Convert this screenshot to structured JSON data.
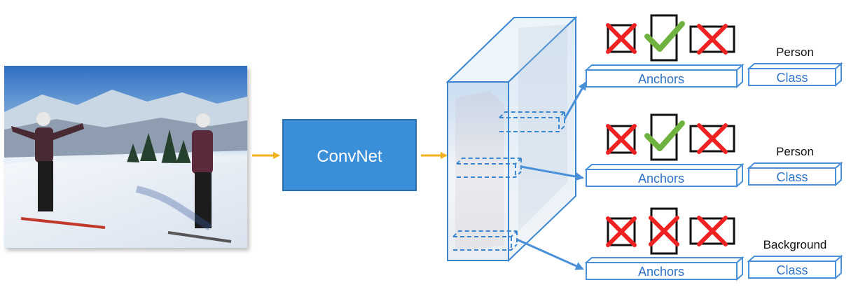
{
  "diagram": {
    "convnet_label": "ConvNet",
    "rows": [
      {
        "anchors_label": "Anchors",
        "class_label": "Class",
        "result_label": "Person",
        "anchor_marks": [
          "cross",
          "check",
          "cross"
        ]
      },
      {
        "anchors_label": "Anchors",
        "class_label": "Class",
        "result_label": "Person",
        "anchor_marks": [
          "cross",
          "check",
          "cross"
        ]
      },
      {
        "anchors_label": "Anchors",
        "class_label": "Class",
        "result_label": "Background",
        "anchor_marks": [
          "cross",
          "cross",
          "cross"
        ]
      }
    ]
  },
  "colors": {
    "convnet_fill": "#3b8fd9",
    "arrow_input": "#f2b21b",
    "arrow_feature": "#4a90d9",
    "box_stroke": "#4a90d9",
    "text_blue": "#2f72c4",
    "check": "#6fb23f",
    "cross": "#ee2222"
  },
  "icons": {
    "input_photo": "ski-photo-icon",
    "check": "check-icon",
    "cross": "cross-icon"
  }
}
